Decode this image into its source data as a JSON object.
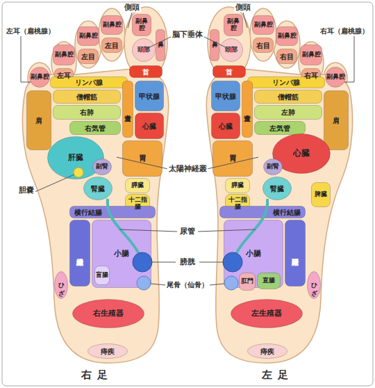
{
  "diagram": {
    "nodes": [
      {
        "text": [
          "右足"
        ]
      },
      {
        "text": [
          "副鼻腔"
        ],
        "in": 0
      },
      {
        "text": [
          "副鼻腔"
        ],
        "in": 0
      },
      {
        "text": [
          "左耳"
        ],
        "in": 0
      },
      {
        "text": [
          "副鼻腔"
        ],
        "in": 0
      },
      {
        "text": [
          "左目"
        ],
        "in": 0
      },
      {
        "text": [
          "副鼻腔"
        ],
        "in": 0
      },
      {
        "text": [
          "左目"
        ],
        "in": 0
      },
      {
        "text": [
          "副鼻腔"
        ],
        "in": 0
      },
      {
        "text": [
          "頭部"
        ],
        "in": 0
      },
      {
        "text": [
          "鼻"
        ],
        "in": 0
      },
      {
        "text": [
          "首"
        ],
        "in": 0
      },
      {
        "text": [
          "リンパ腺"
        ],
        "in": 0
      },
      {
        "text": [
          "僧帽筋"
        ],
        "in": 0
      },
      {
        "text": [
          "右肺"
        ],
        "in": 0
      },
      {
        "text": [
          "右気管"
        ],
        "in": 0
      },
      {
        "text": [
          "肩"
        ],
        "in": 0
      },
      {
        "text": [
          "食道"
        ],
        "in": 0
      },
      {
        "text": [
          "甲状腺"
        ],
        "in": 0
      },
      {
        "text": [
          "心臓"
        ],
        "in": 0
      },
      {
        "text": [
          "胃"
        ],
        "in": 0
      },
      {
        "text": [
          "肝臓"
        ],
        "in": 0
      },
      {
        "text": [
          "副腎"
        ],
        "in": 0
      },
      {
        "text": [
          "腎臓"
        ],
        "in": 0
      },
      {
        "text": [
          "膵臓"
        ],
        "in": 0
      },
      {
        "text": [
          "十二指腸"
        ],
        "in": 0
      },
      {
        "text": [
          "横行結腸"
        ],
        "in": 0
      },
      {
        "text": [
          "上行結腸"
        ],
        "in": 0
      },
      {
        "text": [
          "小腸"
        ],
        "in": 0
      },
      {
        "text": [
          "盲腸"
        ],
        "in": 0
      },
      {
        "text": [
          "ひざ"
        ],
        "in": 0
      },
      {
        "text": [
          "右生殖器"
        ],
        "in": 0
      },
      {
        "text": [
          "痔疾"
        ],
        "in": 0
      },
      {
        "text": [
          "左足"
        ]
      },
      {
        "text": [
          "副鼻腔"
        ],
        "in": 33
      },
      {
        "text": [
          "副鼻腔"
        ],
        "in": 33
      },
      {
        "text": [
          "右耳"
        ],
        "in": 33
      },
      {
        "text": [
          "副鼻腔"
        ],
        "in": 33
      },
      {
        "text": [
          "右目"
        ],
        "in": 33
      },
      {
        "text": [
          "副鼻腔"
        ],
        "in": 33
      },
      {
        "text": [
          "右目"
        ],
        "in": 33
      },
      {
        "text": [
          "副鼻腔"
        ],
        "in": 33
      },
      {
        "text": [
          "頭部"
        ],
        "in": 33
      },
      {
        "text": [
          "鼻"
        ],
        "in": 33
      },
      {
        "text": [
          "首"
        ],
        "in": 33
      },
      {
        "text": [
          "リンパ腺"
        ],
        "in": 33
      },
      {
        "text": [
          "僧帽筋"
        ],
        "in": 33
      },
      {
        "text": [
          "左肺"
        ],
        "in": 33
      },
      {
        "text": [
          "左気管"
        ],
        "in": 33
      },
      {
        "text": [
          "肩"
        ],
        "in": 33
      },
      {
        "text": [
          "食道"
        ],
        "in": 33
      },
      {
        "text": [
          "甲状腺"
        ],
        "in": 33
      },
      {
        "text": [
          "心臓"
        ],
        "in": 33
      },
      {
        "text": [
          "胃"
        ],
        "in": 33
      },
      {
        "text": [
          "心臓"
        ],
        "in": 33
      },
      {
        "text": [
          "副腎"
        ],
        "in": 33
      },
      {
        "text": [
          "腎臓"
        ],
        "in": 33
      },
      {
        "text": [
          "脾臓"
        ],
        "in": 33
      },
      {
        "text": [
          "膵臓"
        ],
        "in": 33
      },
      {
        "text": [
          "十二指腸"
        ],
        "in": 33
      },
      {
        "text": [
          "横行結腸"
        ],
        "in": 33
      },
      {
        "text": [
          "下行結腸"
        ],
        "in": 33
      },
      {
        "text": [
          "小腸"
        ],
        "in": 33
      },
      {
        "text": [
          "肛門"
        ],
        "in": 33
      },
      {
        "text": [
          "直腸"
        ],
        "in": 33
      },
      {
        "text": [
          "ひざ"
        ],
        "in": 33
      },
      {
        "text": [
          "左生殖器"
        ],
        "in": 33
      },
      {
        "text": [
          "痔疾"
        ],
        "in": 33
      }
    ],
    "labels": [
      "側頭",
      "側頭",
      "左耳（扁桃腺）",
      "右耳（扁桃腺）",
      "脳下垂体",
      "太陽神経叢",
      "胆嚢",
      "尿管",
      "膀胱",
      "尾骨（仙骨）"
    ]
  }
}
